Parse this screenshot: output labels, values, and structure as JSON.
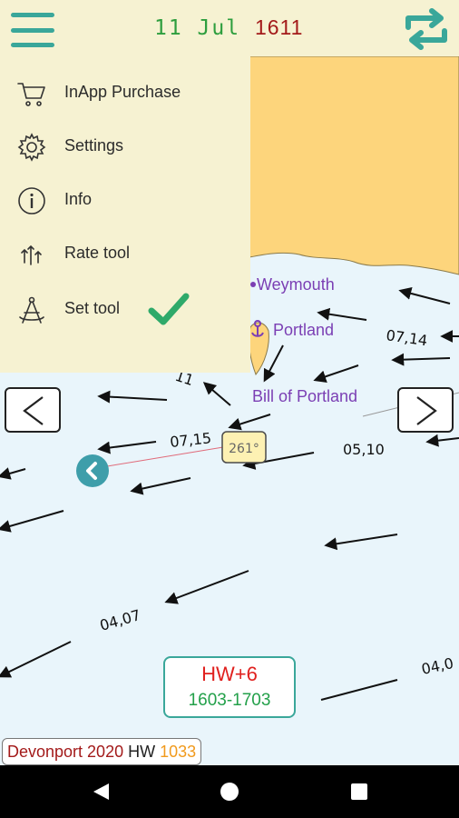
{
  "header": {
    "date": "11 Jul",
    "year": "1611"
  },
  "menu": {
    "items": [
      {
        "label": "InApp Purchase",
        "icon": "cart-icon"
      },
      {
        "label": "Settings",
        "icon": "gear-icon"
      },
      {
        "label": "Info",
        "icon": "info-icon"
      },
      {
        "label": "Rate tool",
        "icon": "rate-arrows-icon"
      },
      {
        "label": "Set tool",
        "icon": "compass-divider-icon"
      }
    ],
    "selected": "Set tool"
  },
  "map": {
    "places": [
      "Weymouth",
      "Portland",
      "Bill of Portland"
    ],
    "rate_labels": [
      "07,14",
      "07,15",
      "05,10",
      "04,07",
      "04,0",
      "11"
    ],
    "bearing": "261°"
  },
  "tide": {
    "offset": "HW+6",
    "range": "1603-1703"
  },
  "port_info": {
    "port": "Devonport 2020",
    "hw_label": "HW",
    "hw_time": "1033"
  },
  "colors": {
    "accent": "#3aa79a",
    "panel": "#f6f2d2",
    "sea": "#e9f5fb",
    "land": "#fdd57c",
    "place_text": "#7b3fb4",
    "hw_red": "#e0201e",
    "range_green": "#23a04a"
  }
}
